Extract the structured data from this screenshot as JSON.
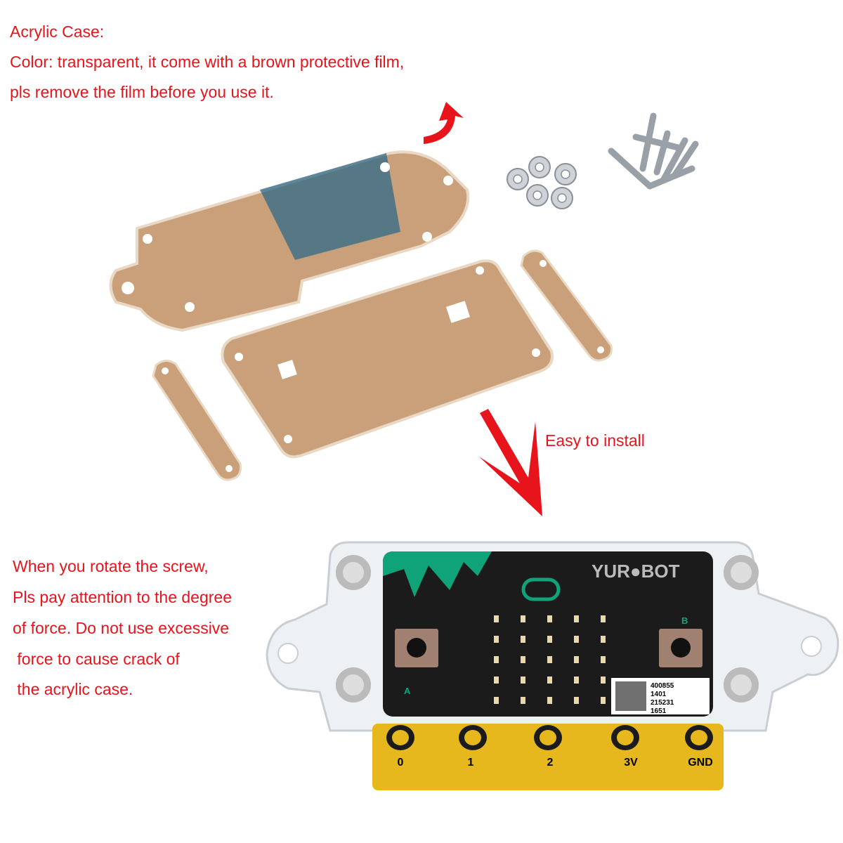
{
  "captions": {
    "top": [
      "Acrylic Case:",
      "Color: transparent, it come with a brown protective film,",
      "pls remove the film before you use it."
    ],
    "middle": "Easy to install",
    "bottom": [
      "When you rotate the screw,",
      "Pls pay attention to the degree",
      "of force. Do not use excessive",
      " force to cause crack of",
      " the acrylic case."
    ]
  },
  "board": {
    "brand": "YUR●BOT",
    "button_a": "A",
    "button_b": "B",
    "label_lines": [
      "400855",
      "1401",
      "215231",
      "1651"
    ],
    "pins": [
      "0",
      "1",
      "2",
      "3V",
      "GND"
    ]
  },
  "colors": {
    "caption": "#e8141c",
    "film": "#c9a07a",
    "board": "#1b1b1b",
    "accent": "#10a37a",
    "gold": "#e6b81e"
  }
}
